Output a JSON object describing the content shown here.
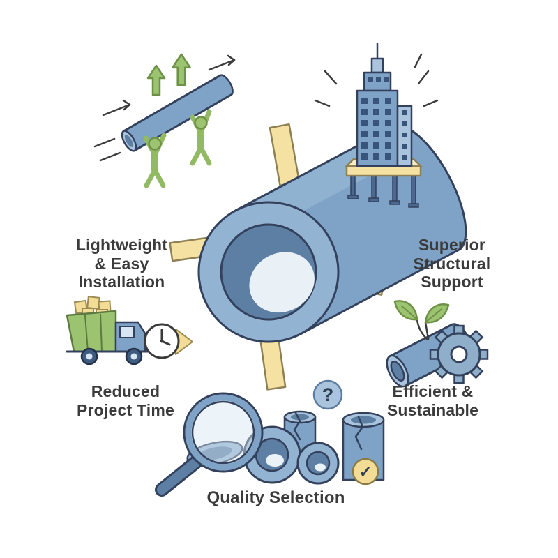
{
  "features": [
    {
      "id": "lightweight",
      "label": "Lightweight\n& Easy\nInstallation",
      "icon": "workers-lifting-pipe-icon"
    },
    {
      "id": "structural",
      "label": "Superior\nStructural\nSupport",
      "icon": "building-on-pipe-icon"
    },
    {
      "id": "reduced-time",
      "label": "Reduced\nProject Time",
      "icon": "dump-truck-clock-icon"
    },
    {
      "id": "sustainable",
      "label": "Efficient &\nSustainable",
      "icon": "pipe-leaves-gear-icon"
    },
    {
      "id": "quality",
      "label": "Quality Selection",
      "icon": "magnifier-pipes-icon"
    }
  ],
  "badges": {
    "question_mark": "?",
    "check_mark": "✓"
  },
  "icons": {
    "workers-lifting-pipe-icon": "two green figures lifting a pipe with upward arrows",
    "building-on-pipe-icon": "building standing on a large supported pipe with yellow cross beams",
    "dump-truck-clock-icon": "green dump truck with clock and fast-forward arrow",
    "pipe-leaves-gear-icon": "pipe with green leaves and a gear",
    "magnifier-pipes-icon": "magnifying glass inspecting pipe sections, cracked and approved",
    "question-badge": "?",
    "check-badge": "✓"
  },
  "colors": {
    "pipe_blue": "#7FA3C6",
    "pipe_blue_light": "#A9C4DC",
    "pipe_blue_dark": "#5C7FA3",
    "outline": "#33415C",
    "beam_yellow": "#F5E2A3",
    "green": "#9CC36F",
    "text": "#3B3B3B"
  }
}
